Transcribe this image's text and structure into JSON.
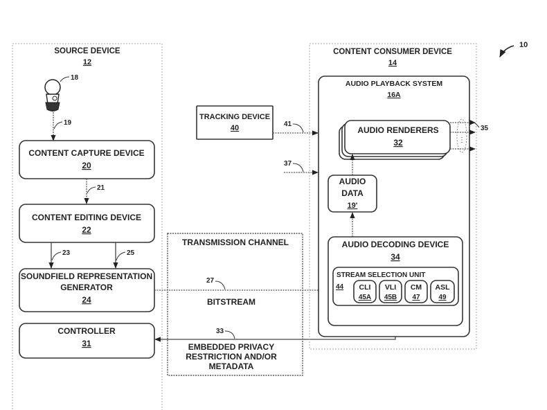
{
  "figure": {
    "ref_number": "10"
  },
  "source_device": {
    "title": "SOURCE DEVICE",
    "ref": "12",
    "microphone_ref": "18",
    "mic_arrow_ref": "19",
    "content_capture": {
      "label": "CONTENT CAPTURE DEVICE",
      "ref": "20"
    },
    "capture_to_edit_ref": "21",
    "content_editing": {
      "label": "CONTENT EDITING DEVICE",
      "ref": "22"
    },
    "edit_arrow_left_ref": "23",
    "edit_arrow_right_ref": "25",
    "soundfield_generator": {
      "label_line1": "SOUNDFIELD REPRESENTATION",
      "label_line2": "GENERATOR",
      "ref": "24"
    },
    "controller": {
      "label": "CONTROLLER",
      "ref": "31"
    }
  },
  "transmission_channel": {
    "title": "TRANSMISSION CHANNEL",
    "bitstream_ref": "27",
    "bitstream_label": "BITSTREAM",
    "metadata_ref": "33",
    "metadata_line1": "EMBEDDED PRIVACY",
    "metadata_line2": "RESTRICTION AND/OR",
    "metadata_line3": "METADATA"
  },
  "tracking_device": {
    "label": "TRACKING DEVICE",
    "ref": "40",
    "arrow_ref": "41"
  },
  "input_37_ref": "37",
  "content_consumer_device": {
    "title": "CONTENT CONSUMER DEVICE",
    "ref": "14",
    "audio_playback_system": {
      "title": "AUDIO PLAYBACK SYSTEM",
      "ref": "16A",
      "audio_renderers": {
        "label": "AUDIO RENDERERS",
        "ref": "32",
        "outputs_ref": "35"
      },
      "audio_data": {
        "line1": "AUDIO",
        "line2": "DATA",
        "ref": "19'"
      },
      "audio_decoding_device": {
        "label": "AUDIO DECODING DEVICE",
        "ref": "34",
        "stream_selection_unit": {
          "label": "STREAM SELECTION UNIT",
          "ref": "44",
          "modules": [
            {
              "label": "CLI",
              "ref": "45A"
            },
            {
              "label": "VLI",
              "ref": "45B"
            },
            {
              "label": "CM",
              "ref": "47"
            },
            {
              "label": "ASL",
              "ref": "49"
            }
          ]
        }
      }
    }
  }
}
